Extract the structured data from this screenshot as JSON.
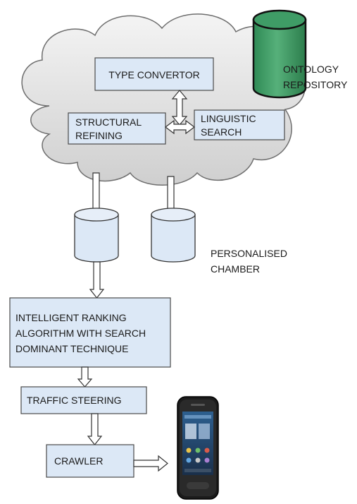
{
  "diagram": {
    "boxes": {
      "type_convertor": "TYPE CONVERTOR",
      "structural_refining": [
        "STRUCTURAL",
        "REFINING"
      ],
      "linguistic_search": [
        "LINGUISTIC",
        "SEARCH"
      ],
      "ranking": [
        "INTELLIGENT RANKING",
        "ALGORITHM WITH SEARCH",
        "DOMINANT TECHNIQUE"
      ],
      "traffic_steering": "TRAFFIC STEERING",
      "crawler": "CRAWLER"
    },
    "ontology_repository": [
      "ONTOLOGY",
      "REPOSITORY"
    ],
    "personalised_chamber": [
      "PERSONALISED",
      "CHAMBER"
    ]
  },
  "colors": {
    "box_fill": "#dce8f6",
    "cloud_fill": "#e9e9e9",
    "cylinder_fill": "#dce8f6",
    "repository_fill": "#3d9a63"
  },
  "icons": {
    "phone": "smartphone-icon"
  }
}
